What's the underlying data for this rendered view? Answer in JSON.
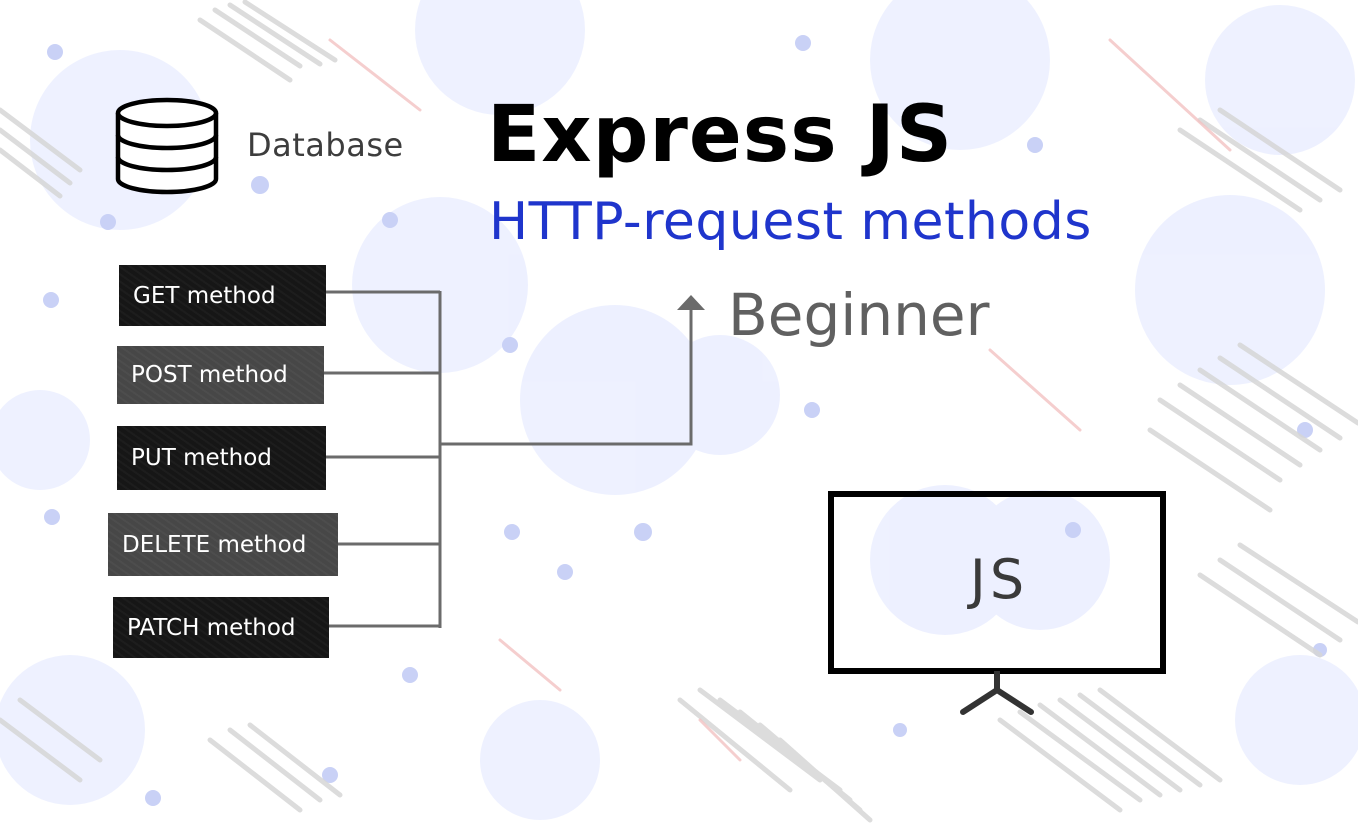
{
  "database": {
    "label": "Database",
    "icon": "database-icon"
  },
  "header": {
    "title": "Express JS",
    "subtitle": "HTTP-request methods",
    "level": "Beginner"
  },
  "methods": [
    {
      "label": "GET method"
    },
    {
      "label": "POST method"
    },
    {
      "label": "PUT method"
    },
    {
      "label": "DELETE method"
    },
    {
      "label": "PATCH method"
    }
  ],
  "monitor": {
    "label": "JS",
    "icon": "monitor-icon"
  },
  "colors": {
    "title": "#000000",
    "subtitle": "#1f35cc",
    "level": "#606060",
    "connector": "#6b6b6b",
    "box_dark": "#161616",
    "box_gray": "#474747",
    "background_circles": "#e8ebfb",
    "background_stripes": "#d4d4d4"
  }
}
